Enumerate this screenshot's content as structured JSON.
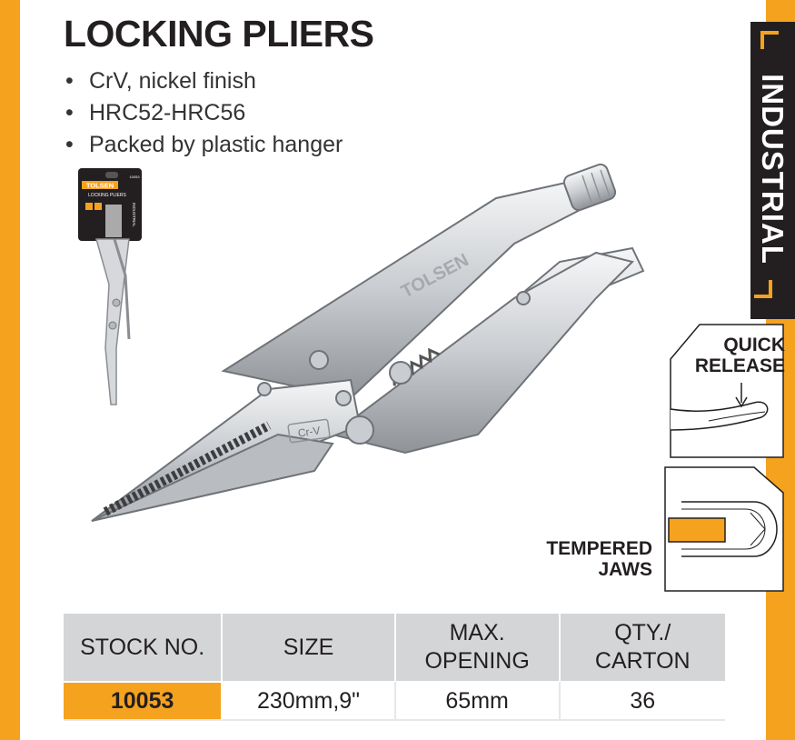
{
  "product": {
    "title": "LOCKING PLIERS",
    "features": [
      "CrV, nickel finish",
      "HRC52-HRC56",
      "Packed by plastic hanger"
    ]
  },
  "category_tab": {
    "label": "INDUSTRIAL"
  },
  "package": {
    "brand": "TOLSEN",
    "caption": "LOCKING PLIERS",
    "tag": "INDUSTRIAL",
    "stock": "10053"
  },
  "pliers_engraving": {
    "brand": "TOLSEN",
    "material": "Cr-V"
  },
  "callouts": {
    "quick_release": [
      "QUICK",
      "RELEASE"
    ],
    "tempered_jaws": [
      "TEMPERED",
      "JAWS"
    ]
  },
  "spec_table": {
    "headers": [
      [
        "STOCK NO."
      ],
      [
        "SIZE"
      ],
      [
        "MAX.",
        "OPENING"
      ],
      [
        "QTY./",
        "CARTON"
      ]
    ],
    "row": [
      "10053",
      "230mm,9\"",
      "65mm",
      "36"
    ]
  },
  "colors": {
    "accent": "#f5a21f",
    "dark": "#231f20",
    "header_gray": "#d4d5d7",
    "steel": "#c9ccd0"
  }
}
